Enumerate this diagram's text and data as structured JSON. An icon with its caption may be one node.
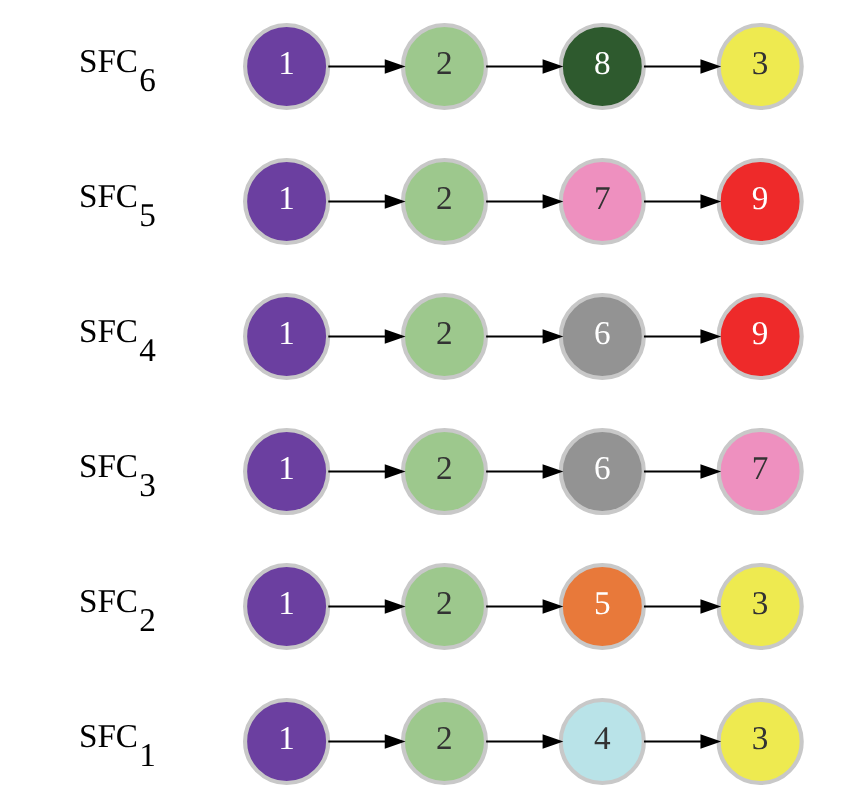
{
  "diagram": {
    "nodes": [
      {
        "text": [
          "1"
        ]
      },
      {
        "text": [
          "2"
        ]
      },
      {
        "text": [
          "4"
        ]
      },
      {
        "text": [
          "3"
        ]
      },
      {
        "text": [
          "1"
        ]
      },
      {
        "text": [
          "2"
        ]
      },
      {
        "text": [
          "5"
        ]
      },
      {
        "text": [
          "3"
        ]
      },
      {
        "text": [
          "1"
        ]
      },
      {
        "text": [
          "2"
        ]
      },
      {
        "text": [
          "6"
        ]
      },
      {
        "text": [
          "7"
        ]
      },
      {
        "text": [
          "1"
        ]
      },
      {
        "text": [
          "2"
        ]
      },
      {
        "text": [
          "6"
        ]
      },
      {
        "text": [
          "9"
        ]
      },
      {
        "text": [
          "1"
        ]
      },
      {
        "text": [
          "2"
        ]
      },
      {
        "text": [
          "7"
        ]
      },
      {
        "text": [
          "9"
        ]
      },
      {
        "text": [
          "1"
        ]
      },
      {
        "text": [
          "2"
        ]
      },
      {
        "text": [
          "8"
        ]
      },
      {
        "text": [
          "3"
        ]
      }
    ],
    "edges": [
      {
        "from": 0,
        "to": 1,
        "arrow": "to"
      },
      {
        "from": 1,
        "to": 2,
        "arrow": "to"
      },
      {
        "from": 2,
        "to": 3,
        "arrow": "to"
      },
      {
        "from": 4,
        "to": 5,
        "arrow": "to"
      },
      {
        "from": 5,
        "to": 6,
        "arrow": "to"
      },
      {
        "from": 6,
        "to": 7,
        "arrow": "to"
      },
      {
        "from": 8,
        "to": 9,
        "arrow": "to"
      },
      {
        "from": 9,
        "to": 10,
        "arrow": "to"
      },
      {
        "from": 10,
        "to": 11,
        "arrow": "to"
      },
      {
        "from": 12,
        "to": 13,
        "arrow": "to"
      },
      {
        "from": 13,
        "to": 14,
        "arrow": "to"
      },
      {
        "from": 14,
        "to": 15,
        "arrow": "to"
      },
      {
        "from": 16,
        "to": 17,
        "arrow": "to"
      },
      {
        "from": 17,
        "to": 18,
        "arrow": "to"
      },
      {
        "from": 18,
        "to": 19,
        "arrow": "to"
      },
      {
        "from": 20,
        "to": 21,
        "arrow": "to"
      },
      {
        "from": 21,
        "to": 22,
        "arrow": "to"
      },
      {
        "from": 22,
        "to": 23,
        "arrow": "to"
      }
    ],
    "labels": [
      "SFC$_{1}$",
      "SFC$_{2}$",
      "SFC$_{3}$",
      "SFC$_{4}$",
      "SFC$_{5}$",
      "SFC$_{6}$"
    ]
  }
}
